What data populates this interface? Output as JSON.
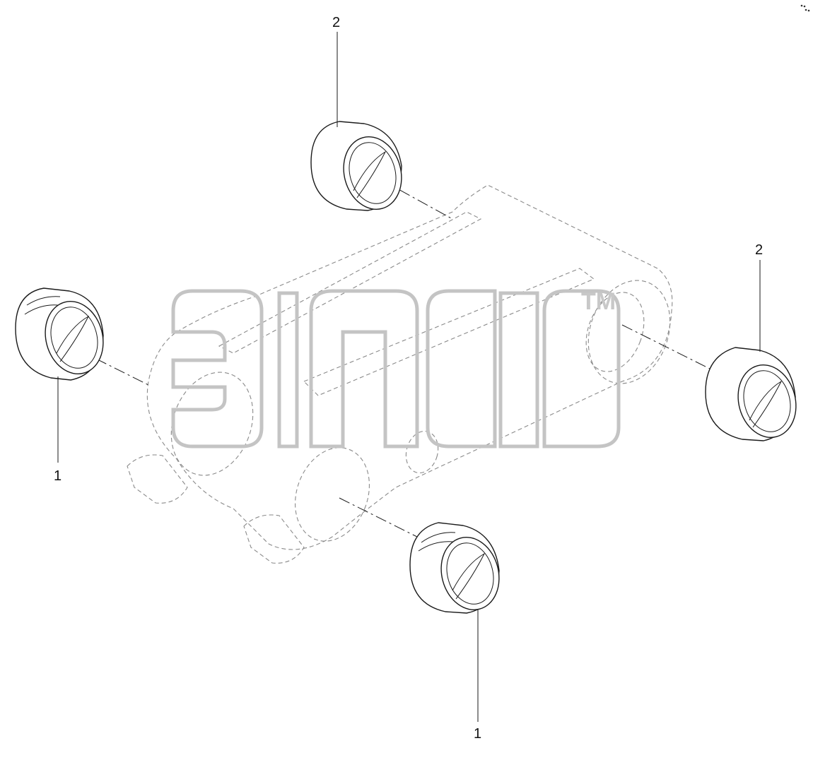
{
  "callouts": {
    "top_bushing": "2",
    "right_bushing": "2",
    "left_bushing": "1",
    "bottom_bushing": "1"
  },
  "watermark": {
    "text": "элф",
    "trademark": "TM"
  },
  "colors": {
    "line": "#1a1a1a",
    "ghost_line": "#8a8a8a",
    "watermark": "#c4c4c4",
    "background": "#ffffff"
  }
}
